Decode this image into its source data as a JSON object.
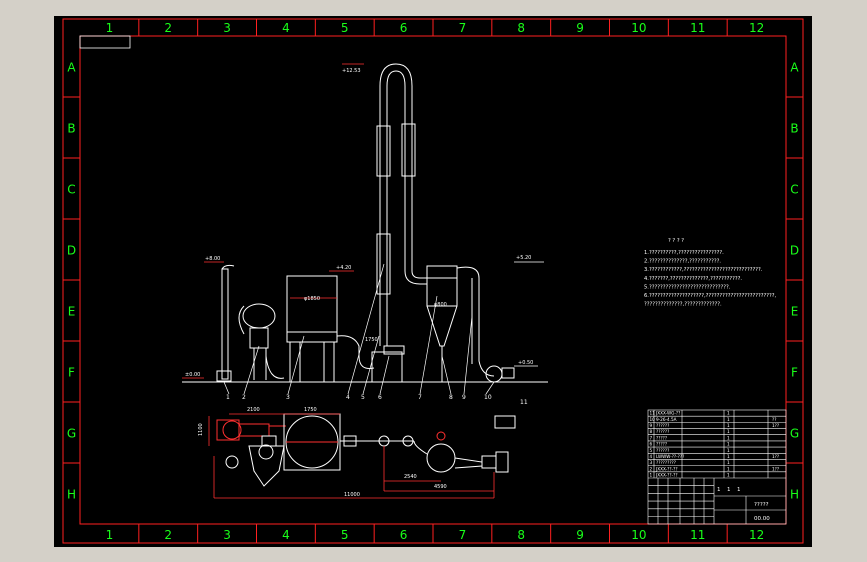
{
  "border": {
    "columns": [
      "1",
      "2",
      "3",
      "4",
      "5",
      "6",
      "7",
      "8",
      "9",
      "10",
      "11",
      "12"
    ],
    "rows": [
      "A",
      "B",
      "C",
      "D",
      "E",
      "F",
      "G",
      "H"
    ]
  },
  "elevations": {
    "top": "+12.53",
    "left_pipe": "+8.00",
    "dryer": "+4.20",
    "ground": "±0.00",
    "separator": "+5.20",
    "fan": "+0.50"
  },
  "diameters": {
    "dryer": "φ1850",
    "separator": "φ800",
    "elbow": "1750"
  },
  "callouts": [
    "1",
    "2",
    "3",
    "4",
    "5",
    "6",
    "7",
    "8",
    "9",
    "10",
    "11"
  ],
  "plan_dims": {
    "d2100": "2100",
    "d1750": "1750",
    "d2540": "2540",
    "d4590": "4590",
    "d11000": "11000",
    "d1100": "1100"
  },
  "notes": {
    "title": "? ? ? ?",
    "lines": [
      "1.??????????,????????????????.",
      "2.??????????????,???????????.",
      "3.????????????,????????????????????????????.",
      "4.???????,??????????????,???????????.",
      "5.?????????????????????????????.",
      "6.????????????????????,?????????????????????????,",
      "  ??????????????,?????????????."
    ]
  },
  "title_block": {
    "parts_rows": [
      {
        "no": "11",
        "name": "JXXX-WG-??"
      },
      {
        "no": "10",
        "name": "9-26-4.5A"
      },
      {
        "no": "9",
        "name": "??????"
      },
      {
        "no": "8",
        "name": "??????"
      },
      {
        "no": "7",
        "name": "?????"
      },
      {
        "no": "6",
        "name": "?????"
      },
      {
        "no": "5",
        "name": "??????"
      },
      {
        "no": "4",
        "name": "LWWW-??-???"
      },
      {
        "no": "3",
        "name": "?????????"
      },
      {
        "no": "2",
        "name": "JXXX-??-??"
      },
      {
        "no": "1",
        "name": "JXXX-??-??"
      }
    ],
    "qty": [
      "1",
      "1",
      "1",
      "1",
      "1",
      "1",
      "1",
      "1",
      "1",
      "1",
      "1"
    ],
    "material": [
      "",
      "??",
      "1??",
      "",
      "",
      "",
      "",
      "1??",
      "",
      "1??",
      ""
    ],
    "title_marks": [
      "1",
      "1",
      "1"
    ],
    "drawing_name": "?????",
    "drawing_no": "00.00"
  },
  "colors": {
    "frame": "#ff2020",
    "grid_text": "#19ff19",
    "line": "#ffffff",
    "dim": "#ff3030",
    "hidden": "#ff3030"
  }
}
